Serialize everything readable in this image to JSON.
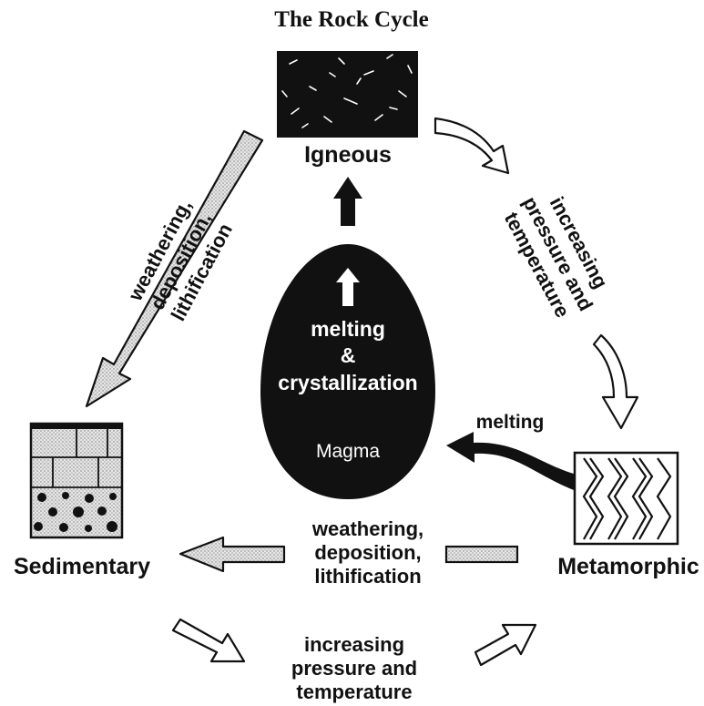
{
  "title": "The Rock Cycle",
  "nodes": {
    "igneous": "Igneous",
    "sedimentary": "Sedimentary",
    "metamorphic": "Metamorphic",
    "magma": "Magma"
  },
  "magma_process": {
    "line1": "melting",
    "line2": "&",
    "line3": "crystallization"
  },
  "melting_label": "melting",
  "left_process": {
    "line1": "weathering,",
    "line2": "deposition,",
    "line3": "lithification"
  },
  "right_process": {
    "line1": "increasing",
    "line2": "pressure and",
    "line3": "temperature"
  },
  "bottom_middle_process": {
    "line1": "weathering,",
    "line2": "deposition,",
    "line3": "lithification"
  },
  "bottom_process": {
    "line1": "increasing",
    "line2": "pressure and",
    "line3": "temperature"
  },
  "colors": {
    "ink": "#111111",
    "stipple": "#d8d8d8",
    "background": "#ffffff"
  }
}
